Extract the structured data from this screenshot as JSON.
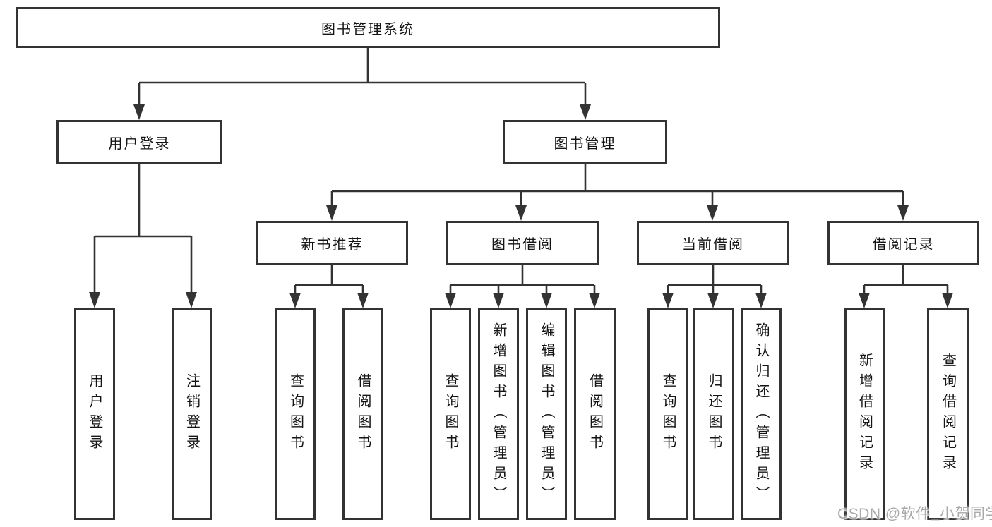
{
  "diagram": {
    "watermark": "CSDN @软件_小贺同学",
    "colors": {
      "line": "#333333",
      "text": "#141414",
      "background": "#ffffff",
      "watermark": "#a9a9a9"
    },
    "root": {
      "label": "图书管理系统"
    },
    "level2": {
      "user_login": {
        "label": "用户登录"
      },
      "book_mgmt": {
        "label": "图书管理"
      }
    },
    "level3": {
      "new_book_rec": {
        "label": "新书推荐"
      },
      "book_borrow": {
        "label": "图书借阅"
      },
      "current_borrow": {
        "label": "当前借阅"
      },
      "borrow_records": {
        "label": "借阅记录"
      }
    },
    "level4": {
      "under_user_login": {
        "user_login": {
          "label": "用户登录"
        },
        "logout": {
          "label": "注销登录"
        }
      },
      "under_new_book_rec": {
        "query_books": {
          "label": "查询图书"
        },
        "borrow_books": {
          "label": "借阅图书"
        }
      },
      "under_book_borrow": {
        "query_books": {
          "label": "查询图书"
        },
        "add_books": {
          "label": "新增图书（管理员）"
        },
        "edit_books": {
          "label": "编辑图书（管理员）"
        },
        "borrow_books": {
          "label": "借阅图书"
        }
      },
      "under_current_borrow": {
        "query_books": {
          "label": "查询图书"
        },
        "return_books": {
          "label": "归还图书"
        },
        "confirm_return": {
          "label": "确认归还（管理员）"
        }
      },
      "under_borrow_records": {
        "add_record": {
          "label": "新增借阅记录"
        },
        "query_record": {
          "label": "查询借阅记录"
        }
      }
    }
  }
}
